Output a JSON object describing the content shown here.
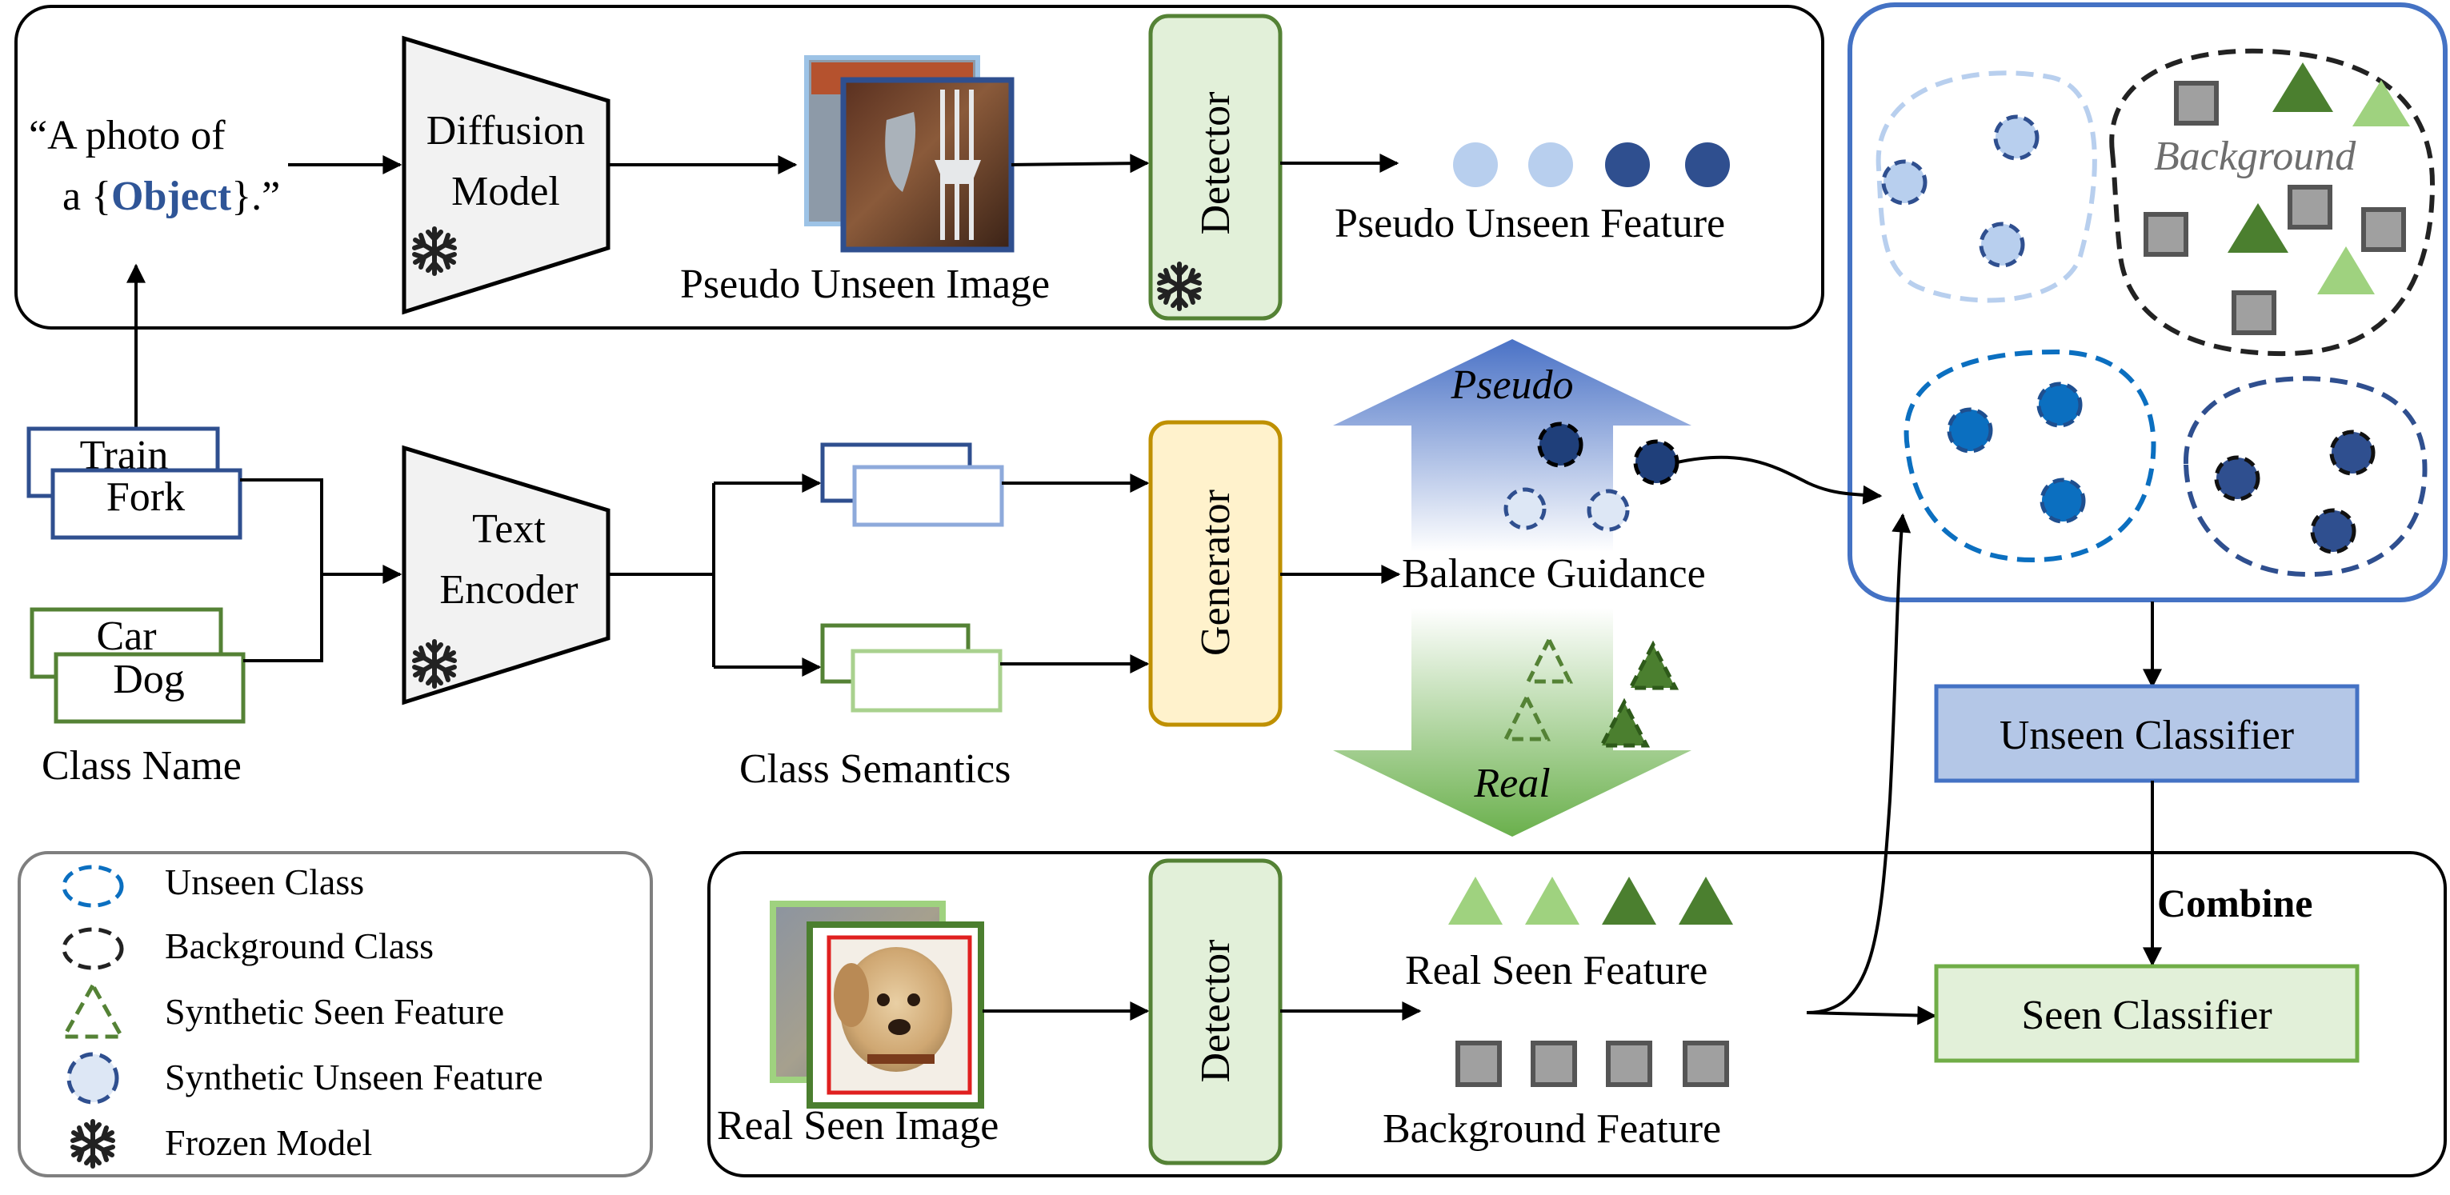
{
  "top_panel": {
    "prompt_line1": "“A photo of",
    "prompt_line2_pre": "a {",
    "prompt_object": "Object",
    "prompt_line2_post": "}.”",
    "diffusion_line1": "Diffusion",
    "diffusion_line2": "Model",
    "pseudo_image_label": "Pseudo Unseen Image",
    "detector_label": "Detector",
    "pseudo_feature_label": "Pseudo Unseen Feature"
  },
  "middle": {
    "class_names": [
      "Train",
      "Fork",
      "Car",
      "Dog"
    ],
    "class_name_caption": "Class Name",
    "text_encoder_line1": "Text",
    "text_encoder_line2": "Encoder",
    "class_semantics_caption": "Class Semantics",
    "generator_label": "Generator",
    "pseudo_label": "Pseudo",
    "balance_label": "Balance Guidance",
    "real_label": "Real"
  },
  "feature_space": {
    "background_label": "Background"
  },
  "classifiers": {
    "unseen": "Unseen Classifier",
    "seen": "Seen Classifier",
    "combine": "Combine"
  },
  "bottom_panel": {
    "real_image_label": "Real Seen Image",
    "detector_label": "Detector",
    "real_feature_label": "Real Seen Feature",
    "background_feature_label": "Background Feature"
  },
  "legend": {
    "items": [
      {
        "label": "Unseen Class",
        "icon": "dashed-blue-ellipse"
      },
      {
        "label": "Background Class",
        "icon": "dashed-black-ellipse"
      },
      {
        "label": "Synthetic Seen Feature",
        "icon": "dashed-green-triangle"
      },
      {
        "label": "Synthetic Unseen Feature",
        "icon": "dashed-blue-circle"
      },
      {
        "label": "Frozen Model",
        "icon": "snowflake-icon"
      }
    ]
  },
  "colors": {
    "dark_blue": "#2f4f8f",
    "mid_blue": "#0b6fc0",
    "light_blue": "#b8cfee",
    "dark_green": "#4b7f2f",
    "light_green": "#9fd27f",
    "panel_blue": "#4472c4",
    "classifier_blue_fill": "#b4c7e7",
    "classifier_green_fill": "#e2f0d9",
    "generator_fill": "#fff2cc",
    "generator_stroke": "#bf9000",
    "detector_fill": "#e2f0d9",
    "detector_stroke": "#548235",
    "object_text": "#2f5597"
  }
}
